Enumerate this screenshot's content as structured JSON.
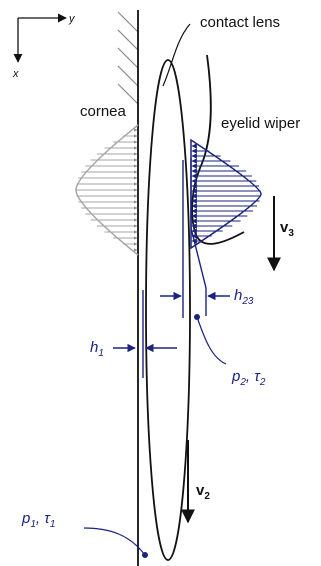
{
  "colors": {
    "ink": "#111111",
    "flow_blue": "#1a237e",
    "cornea_profile": "#a6a6a6",
    "cornea_hatch": "#8c8c8c"
  },
  "axes": {
    "y_label": "y",
    "x_label": "x"
  },
  "labels": {
    "contact_lens": "contact lens",
    "cornea": "cornea",
    "eyelid_wiper": "eyelid wiper",
    "v3": {
      "base": "v",
      "sub": "3"
    },
    "v2": {
      "base": "v",
      "sub": "2"
    },
    "h23": {
      "base": "h",
      "sub": "23"
    },
    "h1": {
      "base": "h",
      "sub": "1"
    },
    "p2_tau2": {
      "p": "p",
      "p_sub": "2",
      "sep": ", ",
      "tau": "τ",
      "tau_sub": "2"
    },
    "p1_tau1": {
      "p": "p",
      "p_sub": "1",
      "sep": ", ",
      "tau": "τ",
      "tau_sub": "1"
    }
  },
  "icons": [
    "coordinate-axes-icon",
    "cornea-hatch-icon",
    "velocity-profile-icon",
    "arrow-down-icon",
    "dimension-arrow-icon",
    "leader-dot-icon"
  ]
}
